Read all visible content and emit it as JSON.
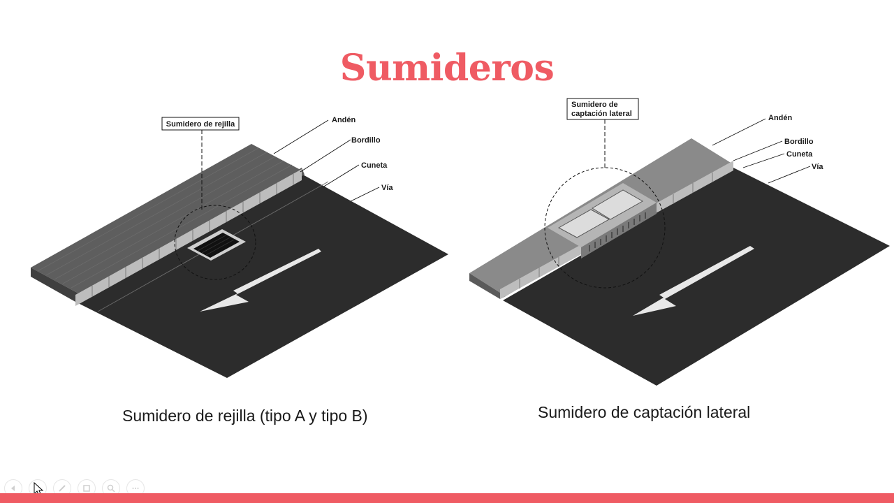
{
  "slide": {
    "title": "Sumideros",
    "title_color": "#ef5b63",
    "bar_color": "#ef5b63"
  },
  "left_figure": {
    "box_label": "Sumidero de rejilla",
    "labels": {
      "anden": "Andén",
      "bordillo": "Bordillo",
      "cuneta": "Cuneta",
      "via": "Vía"
    },
    "caption": "Sumidero de rejilla (tipo A y tipo B)"
  },
  "right_figure": {
    "box_label_line1": "Sumidero de",
    "box_label_line2": "captación lateral",
    "labels": {
      "anden": "Andén",
      "bordillo": "Bordillo",
      "cuneta": "Cuneta",
      "via": "Vía"
    },
    "caption": "Sumidero de captación lateral"
  },
  "toolbar": {
    "icons": [
      "previous-icon",
      "next-icon",
      "pen-icon",
      "slides-icon",
      "zoom-icon",
      "more-icon"
    ]
  }
}
